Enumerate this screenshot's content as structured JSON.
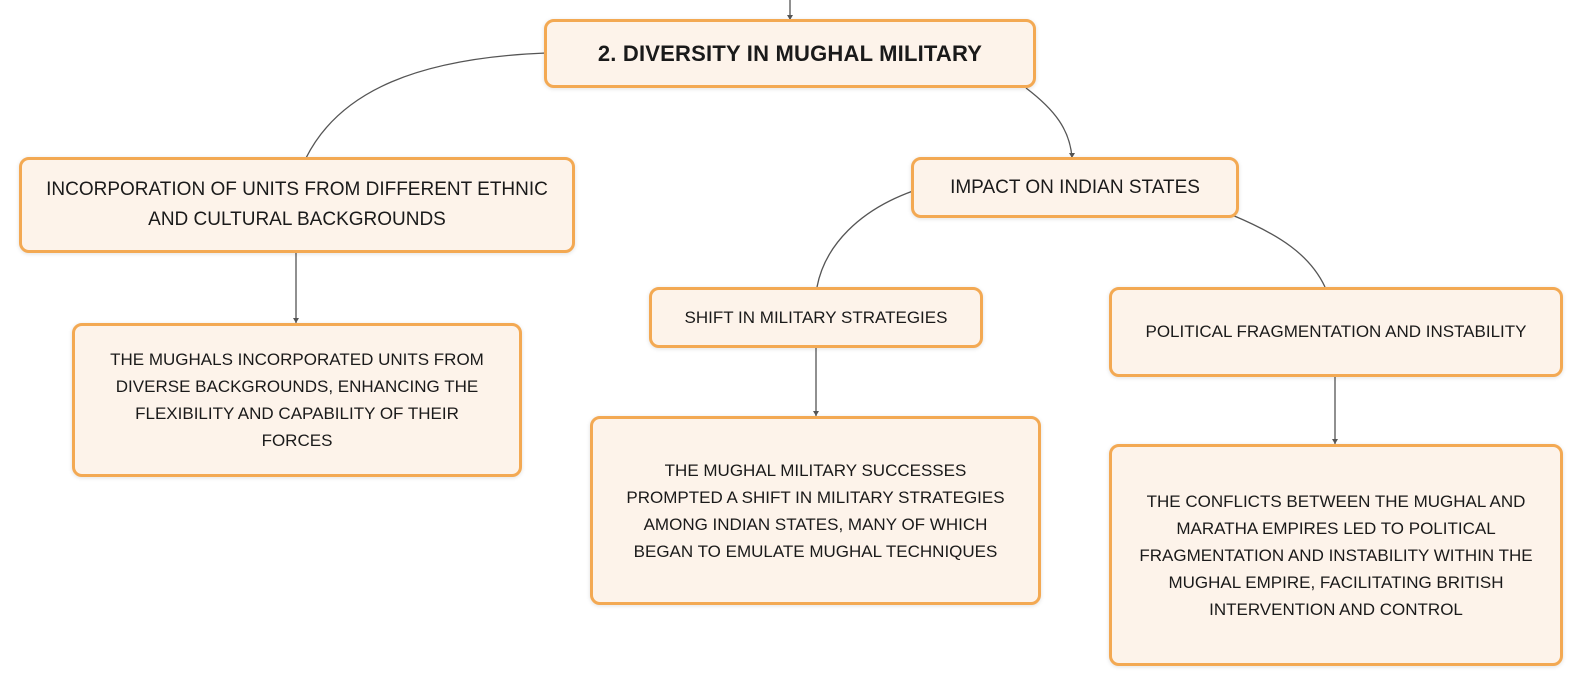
{
  "mindmap": {
    "root": {
      "label": "2. DIVERSITY IN MUGHAL MILITARY"
    },
    "incorporation": {
      "label": "INCORPORATION OF UNITS FROM DIFFERENT ETHNIC AND CULTURAL BACKGROUNDS",
      "detail": "THE MUGHALS INCORPORATED UNITS FROM DIVERSE BACKGROUNDS, ENHANCING THE FLEXIBILITY AND CAPABILITY OF THEIR FORCES"
    },
    "impact": {
      "label": "IMPACT ON INDIAN STATES",
      "shift": {
        "label": "SHIFT IN MILITARY STRATEGIES",
        "detail": "THE MUGHAL MILITARY SUCCESSES PROMPTED A SHIFT IN MILITARY STRATEGIES AMONG INDIAN STATES, MANY OF WHICH BEGAN TO EMULATE MUGHAL TECHNIQUES"
      },
      "fragmentation": {
        "label": "POLITICAL FRAGMENTATION AND INSTABILITY",
        "detail": "THE CONFLICTS BETWEEN THE MUGHAL AND MARATHA EMPIRES LED TO POLITICAL FRAGMENTATION AND INSTABILITY WITHIN THE MUGHAL EMPIRE, FACILITATING BRITISH INTERVENTION AND CONTROL"
      }
    }
  },
  "colors": {
    "node_fill": "#fdf3ea",
    "node_border": "#f3a953",
    "connector": "#555555"
  }
}
